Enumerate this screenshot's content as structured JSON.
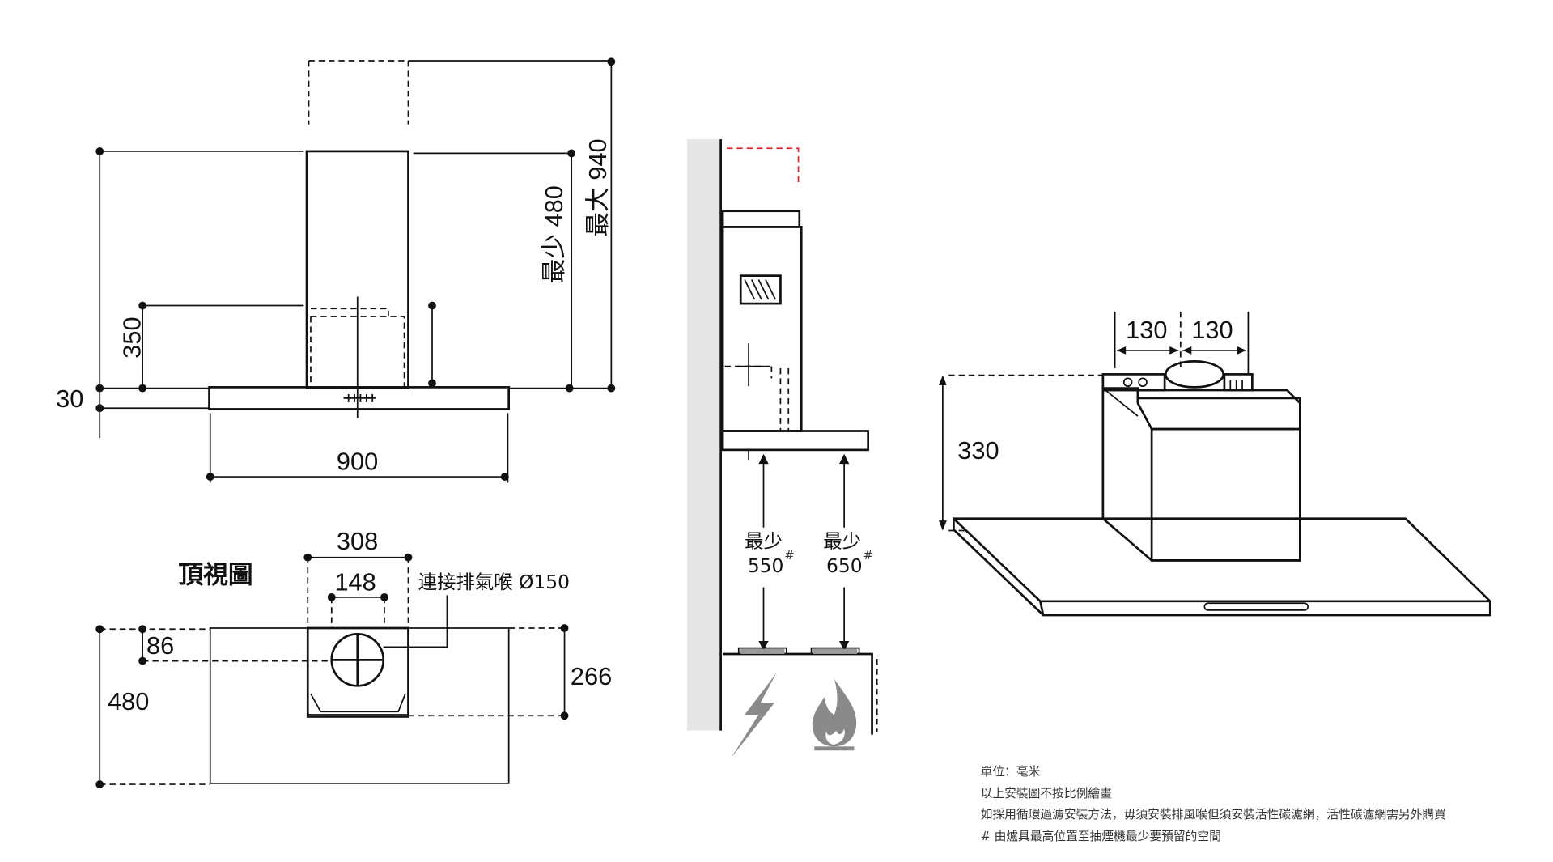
{
  "front_view": {
    "dim_height_fixed": "30",
    "dim_inner": "350",
    "dim_width": "900",
    "dim_min": "最少 480",
    "dim_max": "最大 940"
  },
  "top_view": {
    "title": "頂視圖",
    "dim_chimney_width": "308",
    "dim_inner_width": "148",
    "duct_label": "連接排氣喉 Ø150",
    "dim_offset": "86",
    "dim_depth": "480",
    "dim_chimney_depth": "266"
  },
  "side_view": {
    "electric_min_label": "最少",
    "electric_min_value": "550",
    "gas_min_label": "最少",
    "gas_min_value": "650",
    "footnote_mark": "#",
    "icons": [
      "lightning-icon",
      "flame-icon"
    ],
    "guide_color": "#d9262c"
  },
  "perspective_view": {
    "dim_left": "130",
    "dim_right": "130",
    "dim_height": "330"
  },
  "notes": [
    "單位：毫米",
    "以上安裝圖不按比例繪畫",
    "如採用循環過濾安裝方法，毋須安裝排風喉但須安裝活性碳濾網，活性碳濾網需另外購買",
    "# 由爐具最高位置至抽煙機最少要預留的空間"
  ]
}
